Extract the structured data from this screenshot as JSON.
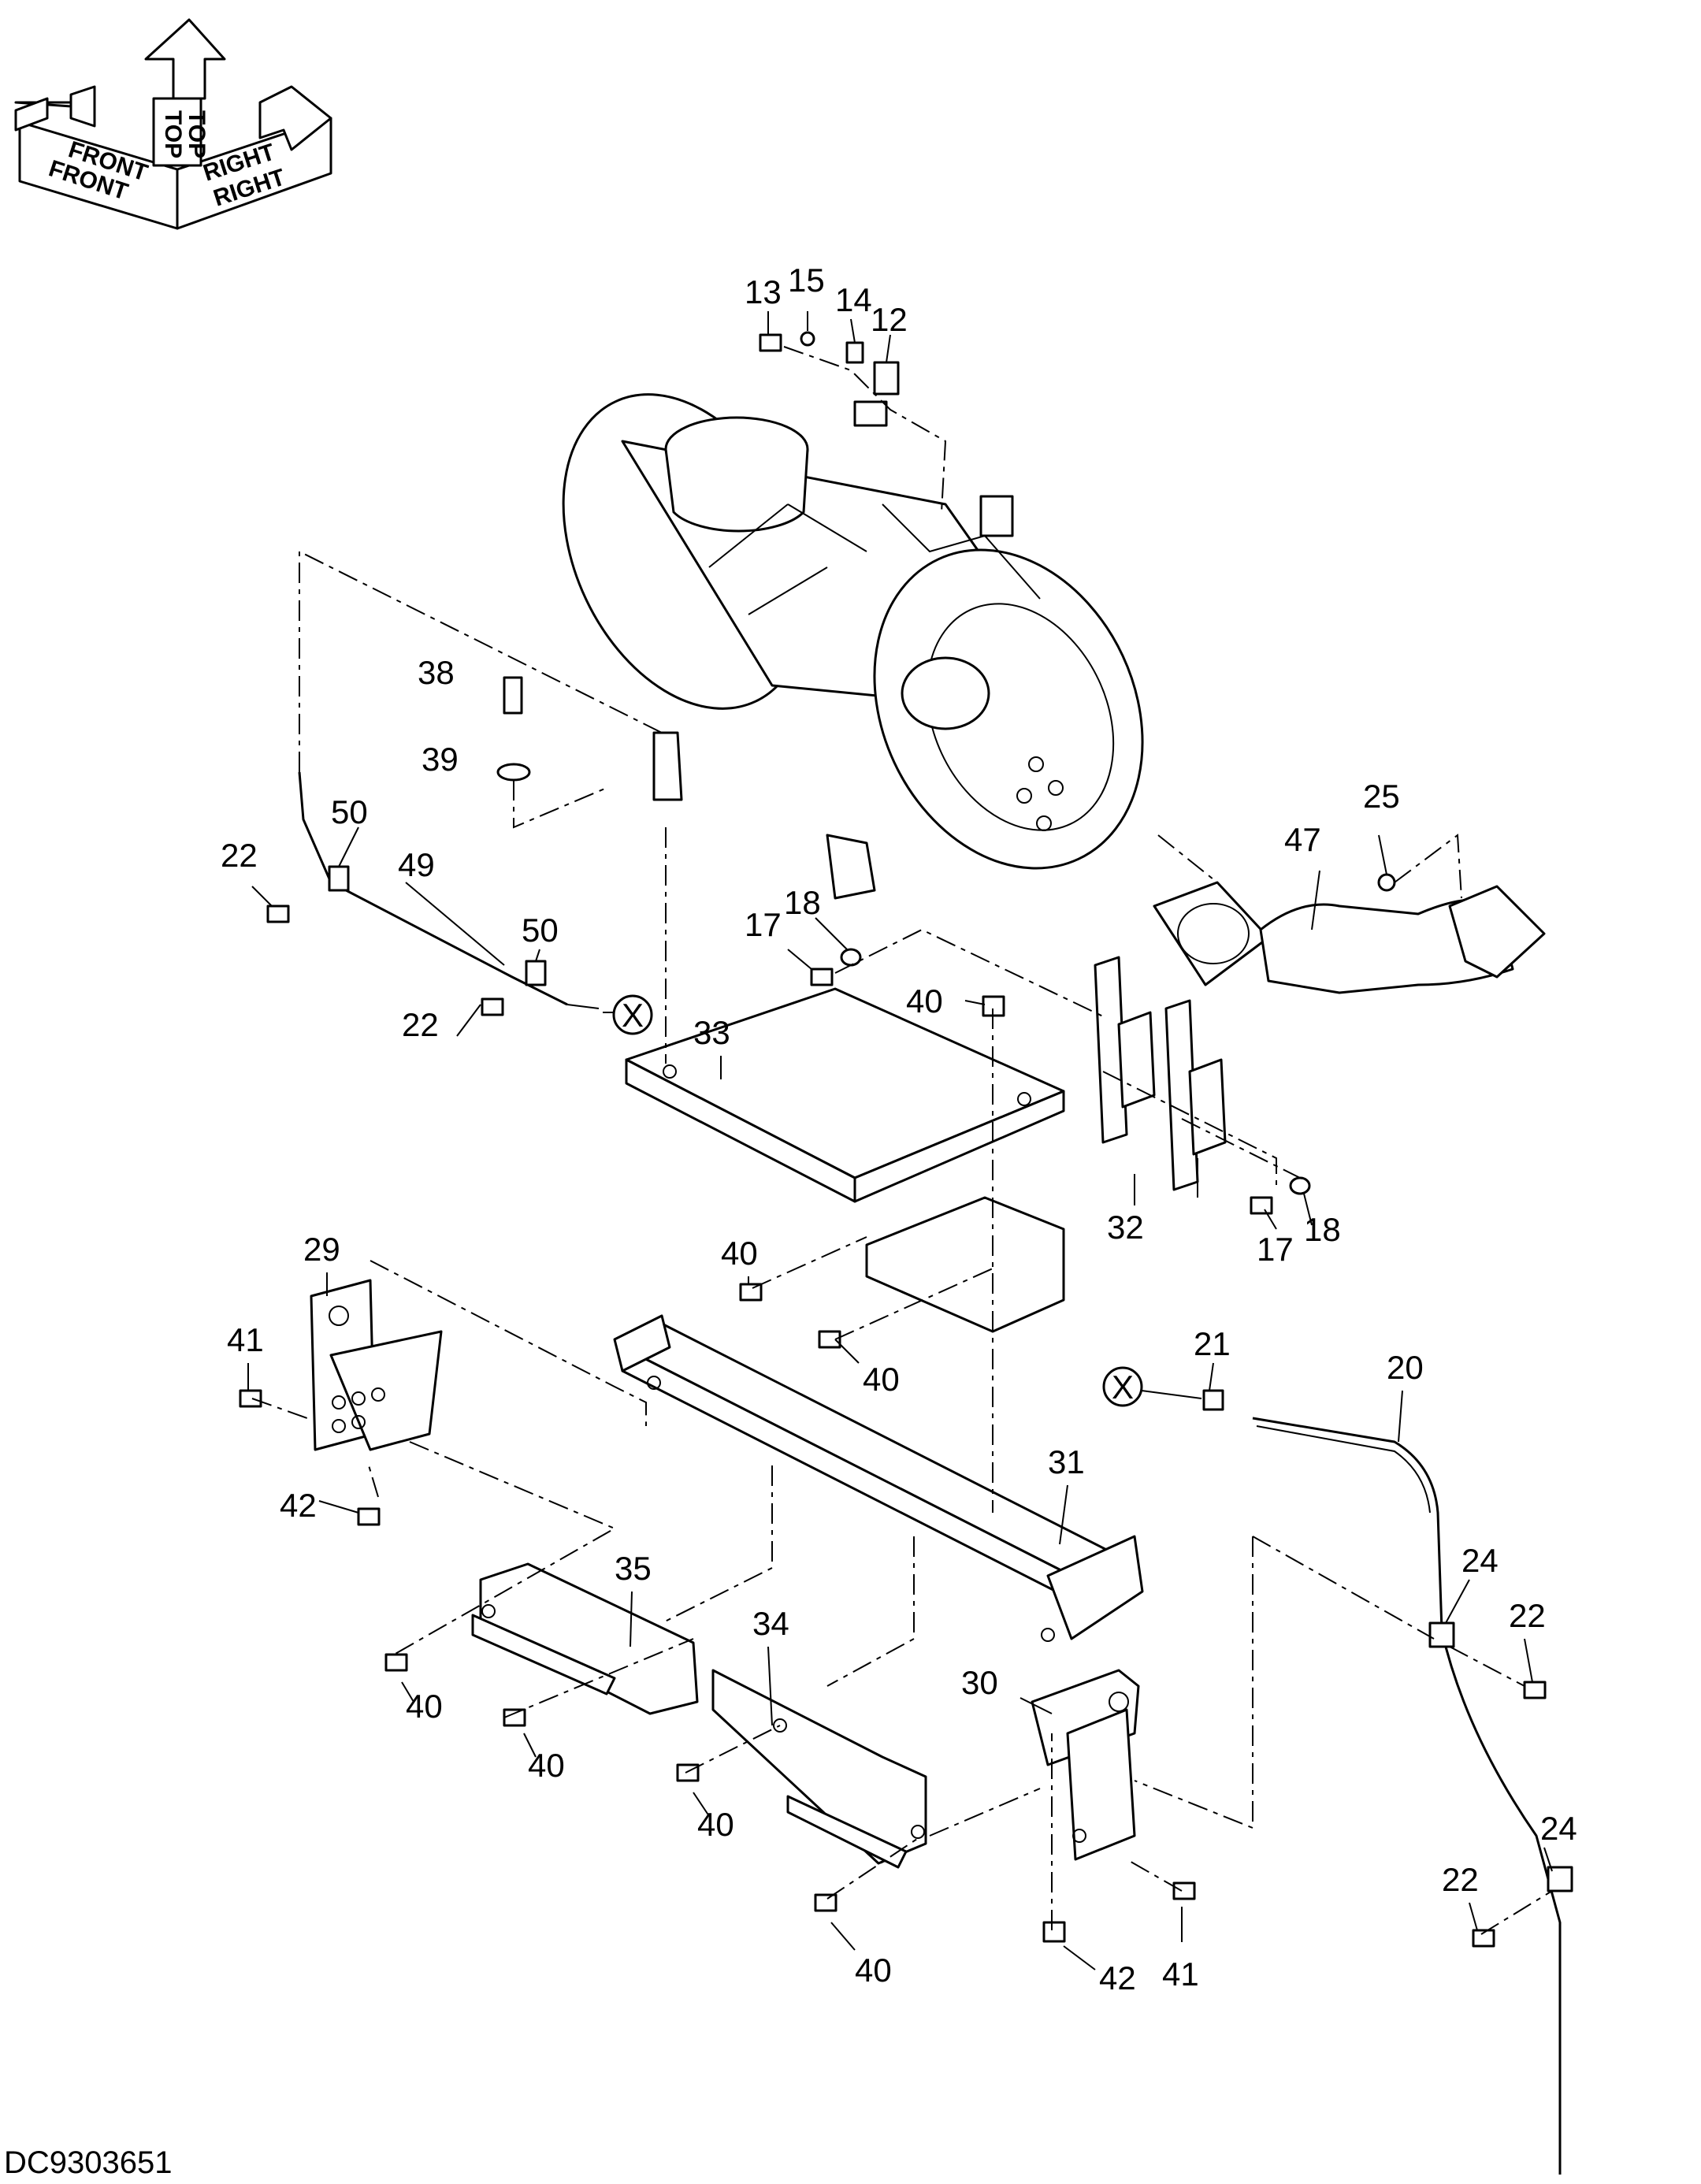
{
  "orientation": {
    "front_top": "FRONT",
    "front": "FRONT",
    "top_left": "TOP",
    "top_right": "TOP",
    "right_top": "RIGHT",
    "right": "RIGHT"
  },
  "connector_label": "X",
  "callouts": {
    "p13": "13",
    "p15": "15",
    "p14": "14",
    "p12": "12",
    "p38": "38",
    "p39": "39",
    "p50a": "50",
    "p49": "49",
    "p50b": "50",
    "p22a": "22",
    "p22b": "22",
    "p25": "25",
    "p47": "47",
    "p17a": "17",
    "p18a": "18",
    "p33": "33",
    "p40a": "40",
    "p32": "32",
    "p17b": "17",
    "p18b": "18",
    "p40b": "40",
    "p40c": "40",
    "p29": "29",
    "p41a": "41",
    "p42a": "42",
    "p21": "21",
    "p20": "20",
    "p31": "31",
    "p24a": "24",
    "p22c": "22",
    "p35": "35",
    "p34": "34",
    "p30": "30",
    "p40d": "40",
    "p40e": "40",
    "p40f": "40",
    "p40g": "40",
    "p24b": "24",
    "p22d": "22",
    "p42b": "42",
    "p41b": "41"
  },
  "document_id": "DC9303651"
}
